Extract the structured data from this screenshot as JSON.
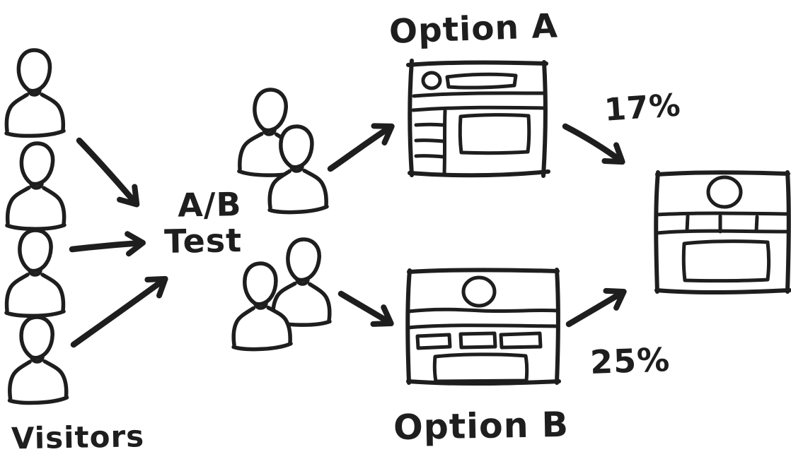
{
  "canvas": {
    "background": "#ffffff",
    "ink_color": "#1e1e1e"
  },
  "labels": {
    "visitors": "Visitors",
    "ab_test_line1": "A/B",
    "ab_test_line2": "Test",
    "option_a": "Option A",
    "option_b": "Option B",
    "conversion_a": "17%",
    "conversion_b": "25%"
  },
  "flow": {
    "type": "ab-test-split-diagram",
    "source_label": "Visitors",
    "source_person_icon_count": 4,
    "split_label": "A/B Test",
    "variants": [
      {
        "label": "Option A",
        "cohort_person_icon_count": 2,
        "conversion_rate": "17%"
      },
      {
        "label": "Option B",
        "cohort_person_icon_count": 2,
        "conversion_rate": "25%"
      }
    ]
  }
}
